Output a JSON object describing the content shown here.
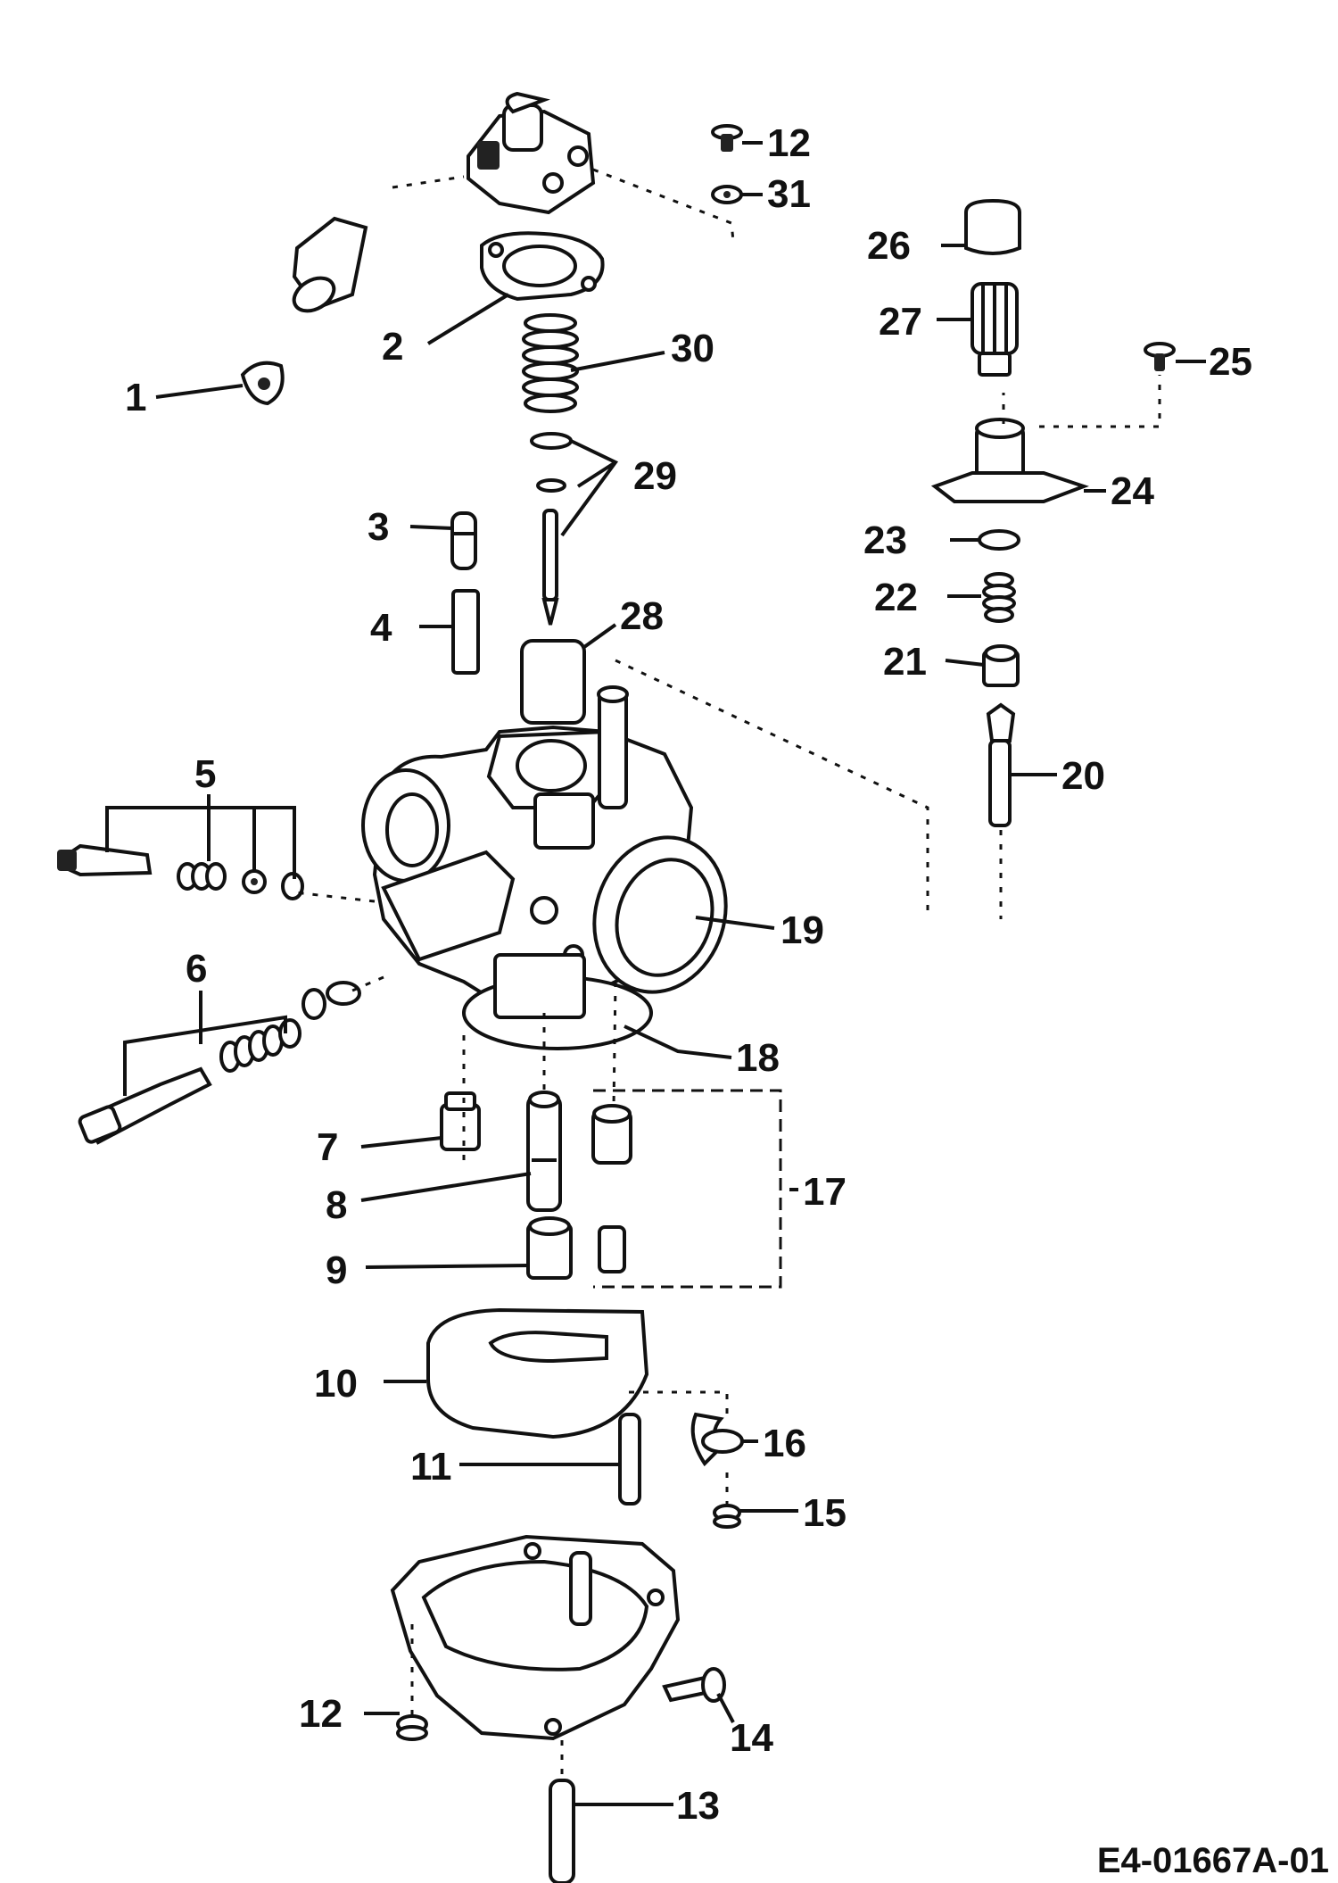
{
  "diagram": {
    "drawing_code": "E4-01667A-01",
    "callouts": [
      "1",
      "2",
      "3",
      "4",
      "5",
      "6",
      "7",
      "8",
      "9",
      "10",
      "11",
      "12",
      "12",
      "13",
      "14",
      "15",
      "16",
      "17",
      "18",
      "19",
      "20",
      "21",
      "22",
      "23",
      "24",
      "25",
      "26",
      "27",
      "28",
      "29",
      "30",
      "31"
    ]
  }
}
